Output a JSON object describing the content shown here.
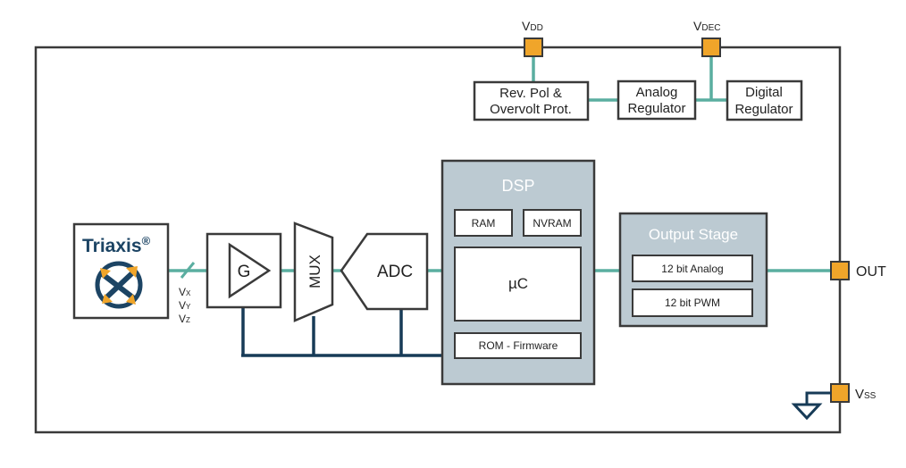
{
  "pins": {
    "vdd": {
      "main": "V",
      "sub": "DD"
    },
    "vdec": {
      "main": "V",
      "sub": "DEC"
    },
    "out": {
      "main": "OUT"
    },
    "vss": {
      "main": "V",
      "sub": "SS"
    }
  },
  "power": {
    "revpol": [
      "Rev. Pol &",
      "Overvolt Prot."
    ],
    "analog_reg": [
      "Analog",
      "Regulator"
    ],
    "digital_reg": [
      "Digital",
      "Regulator"
    ]
  },
  "sensor": {
    "name": "Triaxis",
    "reg_mark": "®",
    "axes": [
      {
        "main": "V",
        "sub": "X"
      },
      {
        "main": "V",
        "sub": "Y"
      },
      {
        "main": "V",
        "sub": "Z"
      }
    ]
  },
  "signal_chain": {
    "gain": "G",
    "mux": "MUX",
    "adc": "ADC"
  },
  "dsp": {
    "title": "DSP",
    "ram": "RAM",
    "nvram": "NVRAM",
    "uc": "µC",
    "rom": "ROM - Firmware"
  },
  "output_stage": {
    "title": "Output Stage",
    "analog": "12 bit Analog",
    "pwm": "12 bit PWM"
  },
  "colors": {
    "outline": "#3a3a3a",
    "wire_teal": "#5aaea0",
    "wire_navy": "#173b57",
    "pad": "#f0a52a",
    "block_fill": "#bccad2",
    "arrow_orange": "#f0a52a",
    "triaxis_blue": "#1c4464"
  }
}
